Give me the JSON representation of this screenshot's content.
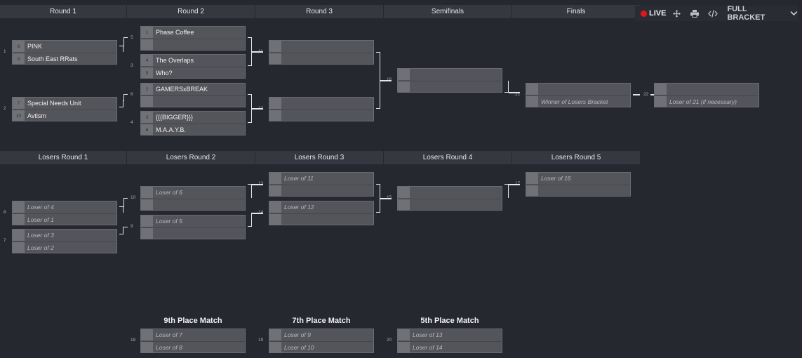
{
  "toolbar": {
    "live_label": "LIVE",
    "full_bracket_label": "FULL BRACKET",
    "icons": [
      "live-dot-icon",
      "move-icon",
      "print-icon",
      "embed-code-icon",
      "chevron-down-icon"
    ],
    "live_color": "#e0161b"
  },
  "winners_headers": [
    "Round 1",
    "Round 2",
    "Round 3",
    "Semifinals",
    "Finals"
  ],
  "losers_headers": [
    "Losers Round 1",
    "Losers Round 2",
    "Losers Round 3",
    "Losers Round 4",
    "Losers Round 5"
  ],
  "placement_titles": [
    "9th Place Match",
    "7th Place Match",
    "5th Place Match"
  ],
  "matches": [
    {
      "num": "1",
      "slots": [
        {
          "seed": "8",
          "name": "PINK"
        },
        {
          "seed": "9",
          "name": "South East RRats"
        }
      ]
    },
    {
      "num": "2",
      "slots": [
        {
          "seed": "7",
          "name": "Special Needs Unit"
        },
        {
          "seed": "10",
          "name": "Avtism"
        }
      ]
    },
    {
      "num": "5",
      "slots": [
        {
          "seed": "1",
          "name": "Phase Coffee"
        },
        {
          "seed": "",
          "name": ""
        }
      ]
    },
    {
      "num": "3",
      "slots": [
        {
          "seed": "4",
          "name": "The Overlaps"
        },
        {
          "seed": "5",
          "name": "Who?"
        }
      ]
    },
    {
      "num": "6",
      "slots": [
        {
          "seed": "2",
          "name": "GAMERSxBREAK"
        },
        {
          "seed": "",
          "name": ""
        }
      ]
    },
    {
      "num": "4",
      "slots": [
        {
          "seed": "3",
          "name": "{{{BIGGER}}}"
        },
        {
          "seed": "6",
          "name": "M.A.A.Y.B."
        }
      ]
    },
    {
      "num": "11",
      "slots": [
        {
          "seed": "",
          "name": ""
        },
        {
          "seed": "",
          "name": ""
        }
      ]
    },
    {
      "num": "12",
      "slots": [
        {
          "seed": "",
          "name": ""
        },
        {
          "seed": "",
          "name": ""
        }
      ]
    },
    {
      "num": "16",
      "slots": [
        {
          "seed": "",
          "name": ""
        },
        {
          "seed": "",
          "name": ""
        }
      ]
    },
    {
      "num": "21",
      "slots": [
        {
          "seed": "",
          "name": ""
        },
        {
          "seed": "",
          "name": "Winner of Losers Bracket",
          "placeholder": true
        }
      ]
    },
    {
      "num": "22",
      "slots": [
        {
          "seed": "",
          "name": ""
        },
        {
          "seed": "",
          "name": "Loser of 21 (if necessary)",
          "placeholder": true
        }
      ]
    },
    {
      "num": "8",
      "slots": [
        {
          "seed": "",
          "name": "Loser of 4",
          "placeholder": true
        },
        {
          "seed": "",
          "name": "Loser of 1",
          "placeholder": true
        }
      ]
    },
    {
      "num": "7",
      "slots": [
        {
          "seed": "",
          "name": "Loser of 3",
          "placeholder": true
        },
        {
          "seed": "",
          "name": "Loser of 2",
          "placeholder": true
        }
      ]
    },
    {
      "num": "10",
      "slots": [
        {
          "seed": "",
          "name": "Loser of 6",
          "placeholder": true
        },
        {
          "seed": "",
          "name": ""
        }
      ]
    },
    {
      "num": "9",
      "slots": [
        {
          "seed": "",
          "name": "Loser of 5",
          "placeholder": true
        },
        {
          "seed": "",
          "name": ""
        }
      ]
    },
    {
      "num": "13",
      "slots": [
        {
          "seed": "",
          "name": "Loser of 11",
          "placeholder": true
        },
        {
          "seed": "",
          "name": ""
        }
      ]
    },
    {
      "num": "14",
      "slots": [
        {
          "seed": "",
          "name": "Loser of 12",
          "placeholder": true
        },
        {
          "seed": "",
          "name": ""
        }
      ]
    },
    {
      "num": "15",
      "slots": [
        {
          "seed": "",
          "name": ""
        },
        {
          "seed": "",
          "name": ""
        }
      ]
    },
    {
      "num": "17",
      "slots": [
        {
          "seed": "",
          "name": "Loser of 16",
          "placeholder": true
        },
        {
          "seed": "",
          "name": ""
        }
      ]
    },
    {
      "num": "18",
      "slots": [
        {
          "seed": "",
          "name": "Loser of 7",
          "placeholder": true
        },
        {
          "seed": "",
          "name": "Loser of 8",
          "placeholder": true
        }
      ]
    },
    {
      "num": "19",
      "slots": [
        {
          "seed": "",
          "name": "Loser of 9",
          "placeholder": true
        },
        {
          "seed": "",
          "name": "Loser of 10",
          "placeholder": true
        }
      ]
    },
    {
      "num": "20",
      "slots": [
        {
          "seed": "",
          "name": "Loser of 13",
          "placeholder": true
        },
        {
          "seed": "",
          "name": "Loser of 14",
          "placeholder": true
        }
      ]
    }
  ]
}
